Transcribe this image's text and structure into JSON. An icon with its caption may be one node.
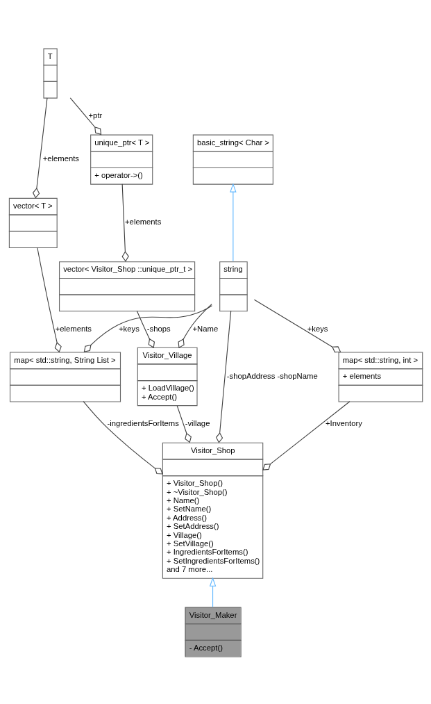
{
  "diagram": {
    "nodes": [
      {
        "text": [
          "T"
        ]
      },
      {
        "text": [
          "basic_string< Char >"
        ]
      },
      {
        "text": [
          "unique_ptr< T >",
          "+ operator->()"
        ]
      },
      {
        "text": [
          "vector< T >"
        ]
      },
      {
        "text": [
          "vector< Visitor_Shop ::unique_ptr_t >"
        ]
      },
      {
        "text": [
          "string"
        ]
      },
      {
        "text": [
          "map< std::string, String List >"
        ]
      },
      {
        "text": [
          "map< std::string, int >",
          "+ elements"
        ]
      },
      {
        "text": [
          "Visitor_Village",
          "+ LoadVillage()",
          "+ Accept()"
        ]
      },
      {
        "text": [
          "Visitor_Shop",
          "+ Visitor_Shop()",
          "+ ~Visitor_Shop()",
          "+ Name()",
          "+ SetName()",
          "+ Address()",
          "+ SetAddress()",
          "+ Village()",
          "+ SetVillage()",
          "+ IngredientsForItems()",
          "+ SetIngredientsForItems()",
          "and 7 more..."
        ]
      },
      {
        "text": [
          "Visitor_Maker",
          "- Accept()"
        ]
      }
    ],
    "edges": [
      {
        "from": 3,
        "to": 0,
        "arrow": "other",
        "label": "+elements"
      },
      {
        "from": 2,
        "to": 0,
        "arrow": "other",
        "label": "+ptr"
      },
      {
        "from": 5,
        "to": 1,
        "arrow": "to",
        "color": "#63b8ff"
      },
      {
        "from": 4,
        "to": 2,
        "arrow": "other",
        "label": "+elements"
      },
      {
        "from": 6,
        "to": 3,
        "arrow": "other",
        "label": "+elements"
      },
      {
        "from": 6,
        "to": 5,
        "arrow": "other",
        "label": "+keys"
      },
      {
        "from": 7,
        "to": 5,
        "arrow": "other",
        "label": "+keys"
      },
      {
        "from": 8,
        "to": 5,
        "arrow": "other",
        "label": "+Name"
      },
      {
        "from": 8,
        "to": 4,
        "arrow": "other",
        "label": "-shops"
      },
      {
        "from": 9,
        "to": 5,
        "arrow": "other",
        "label": "-shopAddress -shopName"
      },
      {
        "from": 9,
        "to": 6,
        "arrow": "other",
        "label": "-ingredientsForItems"
      },
      {
        "from": 9,
        "to": 7,
        "arrow": "other",
        "label": "+Inventory"
      },
      {
        "from": 9,
        "to": 8,
        "arrow": "other",
        "label": "-village"
      },
      {
        "from": 10,
        "to": 9,
        "arrow": "to",
        "color": "#63b8ff"
      }
    ]
  }
}
